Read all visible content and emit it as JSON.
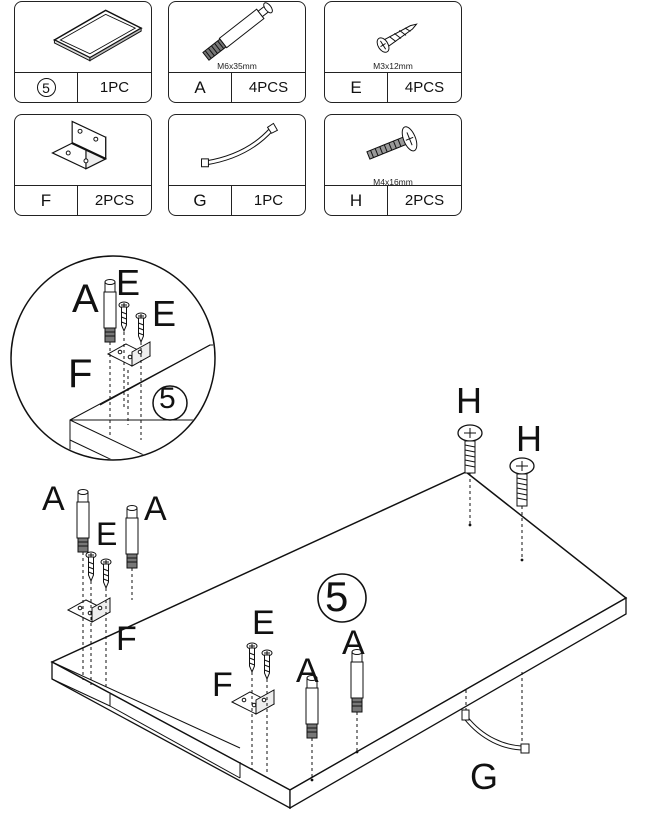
{
  "parts": [
    {
      "id": "5",
      "qty": "1PC",
      "spec": ""
    },
    {
      "id": "A",
      "qty": "4PCS",
      "spec": "M6x35mm"
    },
    {
      "id": "E",
      "qty": "4PCS",
      "spec": "M3x12mm"
    },
    {
      "id": "F",
      "qty": "2PCS",
      "spec": ""
    },
    {
      "id": "G",
      "qty": "1PC",
      "spec": ""
    },
    {
      "id": "H",
      "qty": "2PCS",
      "spec": "M4x16mm"
    }
  ],
  "labels": {
    "detail_a": "A",
    "detail_e1": "E",
    "detail_e2": "E",
    "detail_f": "F",
    "detail_step": "5",
    "main_a1": "A",
    "main_a2": "A",
    "main_e1": "E",
    "main_f1": "F",
    "main_e2": "E",
    "main_f2": "F",
    "main_a3": "A",
    "main_a4": "A",
    "main_h1": "H",
    "main_h2": "H",
    "main_g": "G",
    "main_step": "5"
  }
}
